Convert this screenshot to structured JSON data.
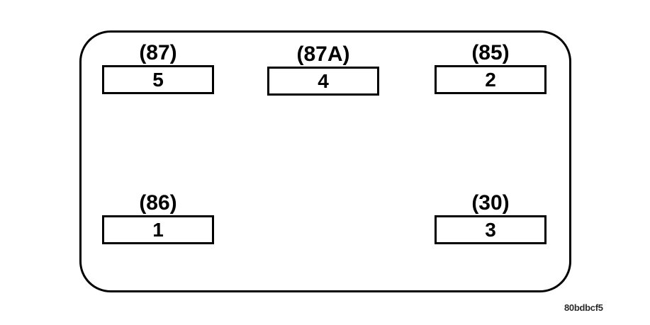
{
  "diagram": {
    "type": "relay-terminal-pinout",
    "outline_shape": "rounded-rectangle",
    "stroke_color": "#000000",
    "background_color": "#ffffff",
    "terminals": [
      {
        "label": "(87)",
        "number": "5",
        "row": "top",
        "column": "left"
      },
      {
        "label": "(87A)",
        "number": "4",
        "row": "top",
        "column": "center"
      },
      {
        "label": "(85)",
        "number": "2",
        "row": "top",
        "column": "right"
      },
      {
        "label": "(86)",
        "number": "1",
        "row": "bottom",
        "column": "left"
      },
      {
        "label": "(30)",
        "number": "3",
        "row": "bottom",
        "column": "right"
      }
    ]
  },
  "caption": {
    "text": "80bdbcf5"
  }
}
